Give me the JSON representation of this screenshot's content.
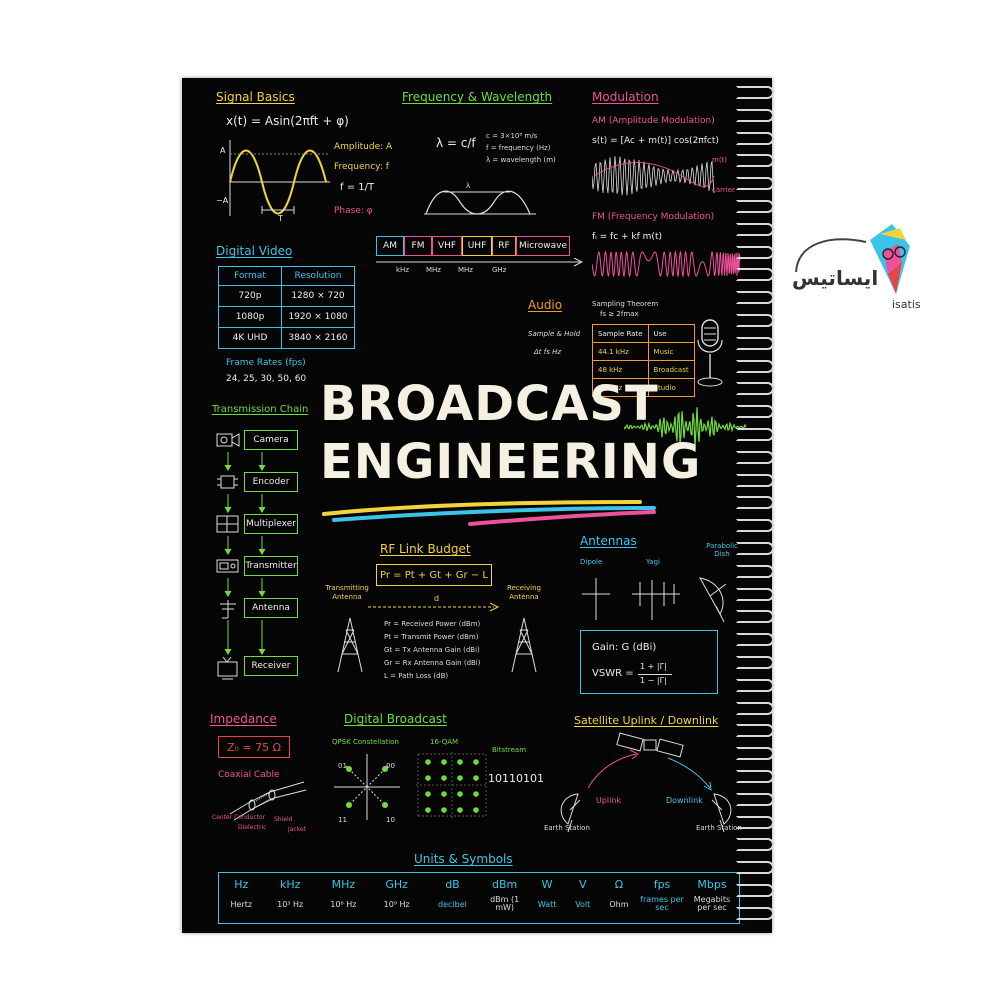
{
  "signal_basics": {
    "heading": "Signal Basics",
    "equation": "x(t) = Asin(2πft + φ)",
    "y_pos": "A",
    "y_neg": "−A",
    "amplitude": "Amplitude: A",
    "frequency": "Frequency: f",
    "f_formula": "f = 1/T",
    "phase": "Phase: φ",
    "period": "T"
  },
  "freq_wavelength": {
    "heading": "Frequency & Wavelength",
    "equation": "λ = c/f",
    "notes": [
      "c = 3×10⁸ m/s",
      "f = frequency (Hz)",
      "λ = wavelength (m)"
    ],
    "lambda": "λ"
  },
  "spectrum": {
    "bands": [
      "AM",
      "FM",
      "VHF",
      "UHF",
      "RF",
      "Microwave"
    ],
    "scale": [
      "kHz",
      "MHz",
      "MHz",
      "GHz"
    ]
  },
  "modulation": {
    "heading": "Modulation",
    "am": "AM (Amplitude Modulation)",
    "am_equation": "s(t) = [Ac + m(t)] cos(2πfct)",
    "mt": "m(t)",
    "carrier": "carrier",
    "fm": "FM (Frequency Modulation)",
    "fm_equation": "fᵢ = fc + kf m(t)"
  },
  "digital_video": {
    "heading": "Digital Video",
    "headers": [
      "Format",
      "Resolution"
    ],
    "rows": [
      [
        "720p",
        "1280 × 720"
      ],
      [
        "1080p",
        "1920 × 1080"
      ],
      [
        "4K UHD",
        "3840 × 2160"
      ]
    ],
    "frame_rates_label": "Frame Rates (fps)",
    "frame_rates": "24, 25, 30, 50, 60"
  },
  "audio": {
    "heading": "Audio",
    "sampling": "Sampling Theorem",
    "sampling_formula": "fs ≥ 2fmax",
    "scribble1": "Sample & Hold",
    "scribble2": "Δt  fs  Hz",
    "headers": [
      "Sample Rate",
      "Use"
    ],
    "rows": [
      [
        "44.1 kHz",
        "Music"
      ],
      [
        "48 kHz",
        "Broadcast"
      ],
      [
        "96 kHz",
        "Studio"
      ]
    ]
  },
  "title": {
    "line1": "BROADCAST",
    "line2": "ENGINEERING"
  },
  "transmission_chain": {
    "heading": "Transmission Chain",
    "steps": [
      "Camera",
      "Encoder",
      "Multiplexer",
      "Transmitter",
      "Antenna",
      "Receiver"
    ]
  },
  "rf_link": {
    "heading": "RF Link Budget",
    "equation": "Pr = Pt + Gt + Gr − L",
    "tx": "Transmitting Antenna",
    "rx": "Receiving Antenna",
    "d": "d",
    "legend": [
      "Pr = Received Power (dBm)",
      "Pt = Transmit Power (dBm)",
      "Gt = Tx Antenna Gain (dBi)",
      "Gr = Rx Antenna Gain (dBi)",
      "L = Path Loss (dB)"
    ]
  },
  "antennas": {
    "heading": "Antennas",
    "types": [
      "Dipole",
      "Yagi",
      "Parabolic Dish"
    ],
    "gain": "Gain: G (dBi)",
    "vswr_label": "VSWR =",
    "vswr_num": "1 + |Γ|",
    "vswr_den": "1 − |Γ|"
  },
  "impedance": {
    "heading": "Impedance",
    "value": "Z₀ = 75 Ω",
    "coax": "Coaxial Cable",
    "parts": [
      "Center Conductor",
      "Dielectric",
      "Shield",
      "Jacket"
    ]
  },
  "digital_broadcast": {
    "heading": "Digital Broadcast",
    "qpsk": "QPSK Constellation",
    "qam": "16-QAM",
    "bitstream_label": "Bitstream",
    "bitstream": "10110101",
    "symbols": [
      "01",
      "00",
      "11",
      "10"
    ]
  },
  "satellite": {
    "heading": "Satellite Uplink / Downlink",
    "uplink": "Uplink",
    "downlink": "Downlink",
    "earth1": "Earth Station",
    "earth2": "Earth Station"
  },
  "units": {
    "heading": "Units & Symbols",
    "symbols": [
      "Hz",
      "kHz",
      "MHz",
      "GHz",
      "dB",
      "dBm",
      "W",
      "V",
      "Ω",
      "fps",
      "Mbps"
    ],
    "descriptions": [
      "Hertz",
      "10³ Hz",
      "10⁶ Hz",
      "10⁹ Hz",
      "decibel",
      "dBm (1 mW)",
      "Watt",
      "Volt",
      "Ohm",
      "frames per sec",
      "Megabits per sec"
    ]
  },
  "watermark": {
    "arabic": "ایساتیس",
    "latin": "isatis"
  },
  "colors": {
    "cover": "#050505",
    "yellow": "#f2d33a",
    "green": "#6fdc3e",
    "pink": "#f0509a",
    "cyan": "#3cc4e8",
    "orange": "#f29a2a"
  }
}
